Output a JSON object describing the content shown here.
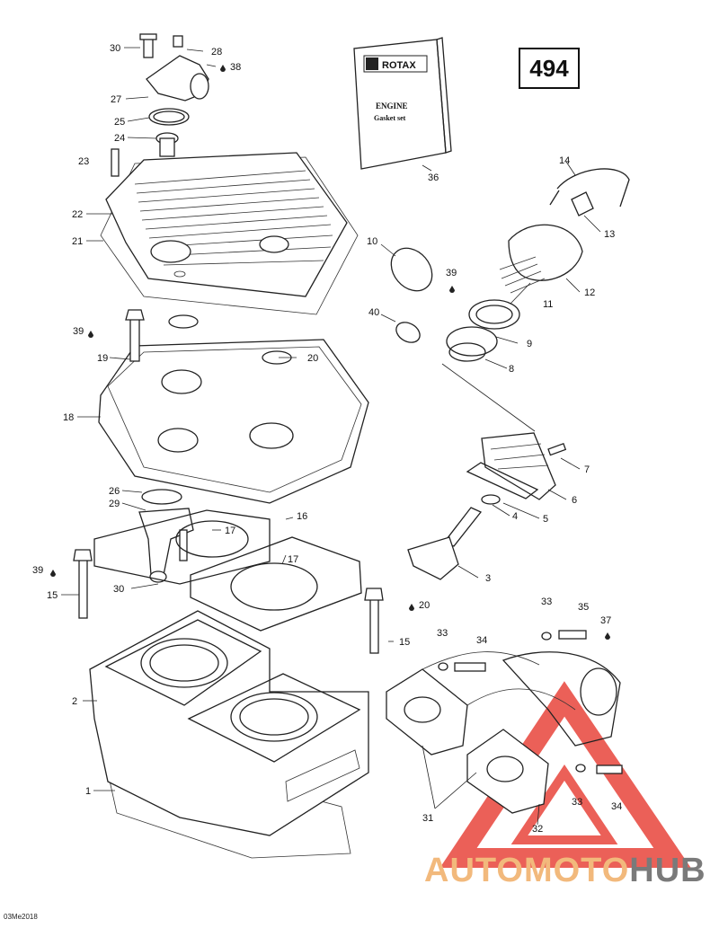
{
  "page_number": "494",
  "drawing_code": "03Me2018",
  "manual": {
    "brand": "ROTAX",
    "title_line1": "ENGINE",
    "title_line2": "Gasket set"
  },
  "watermark": {
    "part1": "AUTOMOTO",
    "part2": "HUB",
    "color_part1": "#f2b97c",
    "color_part2": "#7a7a7a",
    "triangle_color": "#e8453c"
  },
  "callouts": [
    {
      "id": "30a",
      "text": "30"
    },
    {
      "id": "28",
      "text": "28"
    },
    {
      "id": "38",
      "text": "38"
    },
    {
      "id": "27",
      "text": "27"
    },
    {
      "id": "25",
      "text": "25"
    },
    {
      "id": "24",
      "text": "24"
    },
    {
      "id": "23",
      "text": "23"
    },
    {
      "id": "22",
      "text": "22"
    },
    {
      "id": "21",
      "text": "21"
    },
    {
      "id": "39a",
      "text": "39"
    },
    {
      "id": "19",
      "text": "19"
    },
    {
      "id": "20a",
      "text": "20"
    },
    {
      "id": "18",
      "text": "18"
    },
    {
      "id": "26",
      "text": "26"
    },
    {
      "id": "29",
      "text": "29"
    },
    {
      "id": "17a",
      "text": "17"
    },
    {
      "id": "16",
      "text": "16"
    },
    {
      "id": "17b",
      "text": "17"
    },
    {
      "id": "39b",
      "text": "39"
    },
    {
      "id": "15a",
      "text": "15"
    },
    {
      "id": "30b",
      "text": "30"
    },
    {
      "id": "20b",
      "text": "20"
    },
    {
      "id": "15b",
      "text": "15"
    },
    {
      "id": "2",
      "text": "2"
    },
    {
      "id": "1",
      "text": "1"
    },
    {
      "id": "36",
      "text": "36"
    },
    {
      "id": "14",
      "text": "14"
    },
    {
      "id": "13",
      "text": "13"
    },
    {
      "id": "10",
      "text": "10"
    },
    {
      "id": "12",
      "text": "12"
    },
    {
      "id": "39c",
      "text": "39"
    },
    {
      "id": "11",
      "text": "11"
    },
    {
      "id": "40",
      "text": "40"
    },
    {
      "id": "9",
      "text": "9"
    },
    {
      "id": "8",
      "text": "8"
    },
    {
      "id": "7",
      "text": "7"
    },
    {
      "id": "6",
      "text": "6"
    },
    {
      "id": "5",
      "text": "5"
    },
    {
      "id": "4",
      "text": "4"
    },
    {
      "id": "3",
      "text": "3"
    },
    {
      "id": "33a",
      "text": "33"
    },
    {
      "id": "35",
      "text": "35"
    },
    {
      "id": "37",
      "text": "37"
    },
    {
      "id": "33b",
      "text": "33"
    },
    {
      "id": "34a",
      "text": "34"
    },
    {
      "id": "31",
      "text": "31"
    },
    {
      "id": "32",
      "text": "32"
    },
    {
      "id": "33c",
      "text": "33"
    },
    {
      "id": "34b",
      "text": "34"
    }
  ]
}
